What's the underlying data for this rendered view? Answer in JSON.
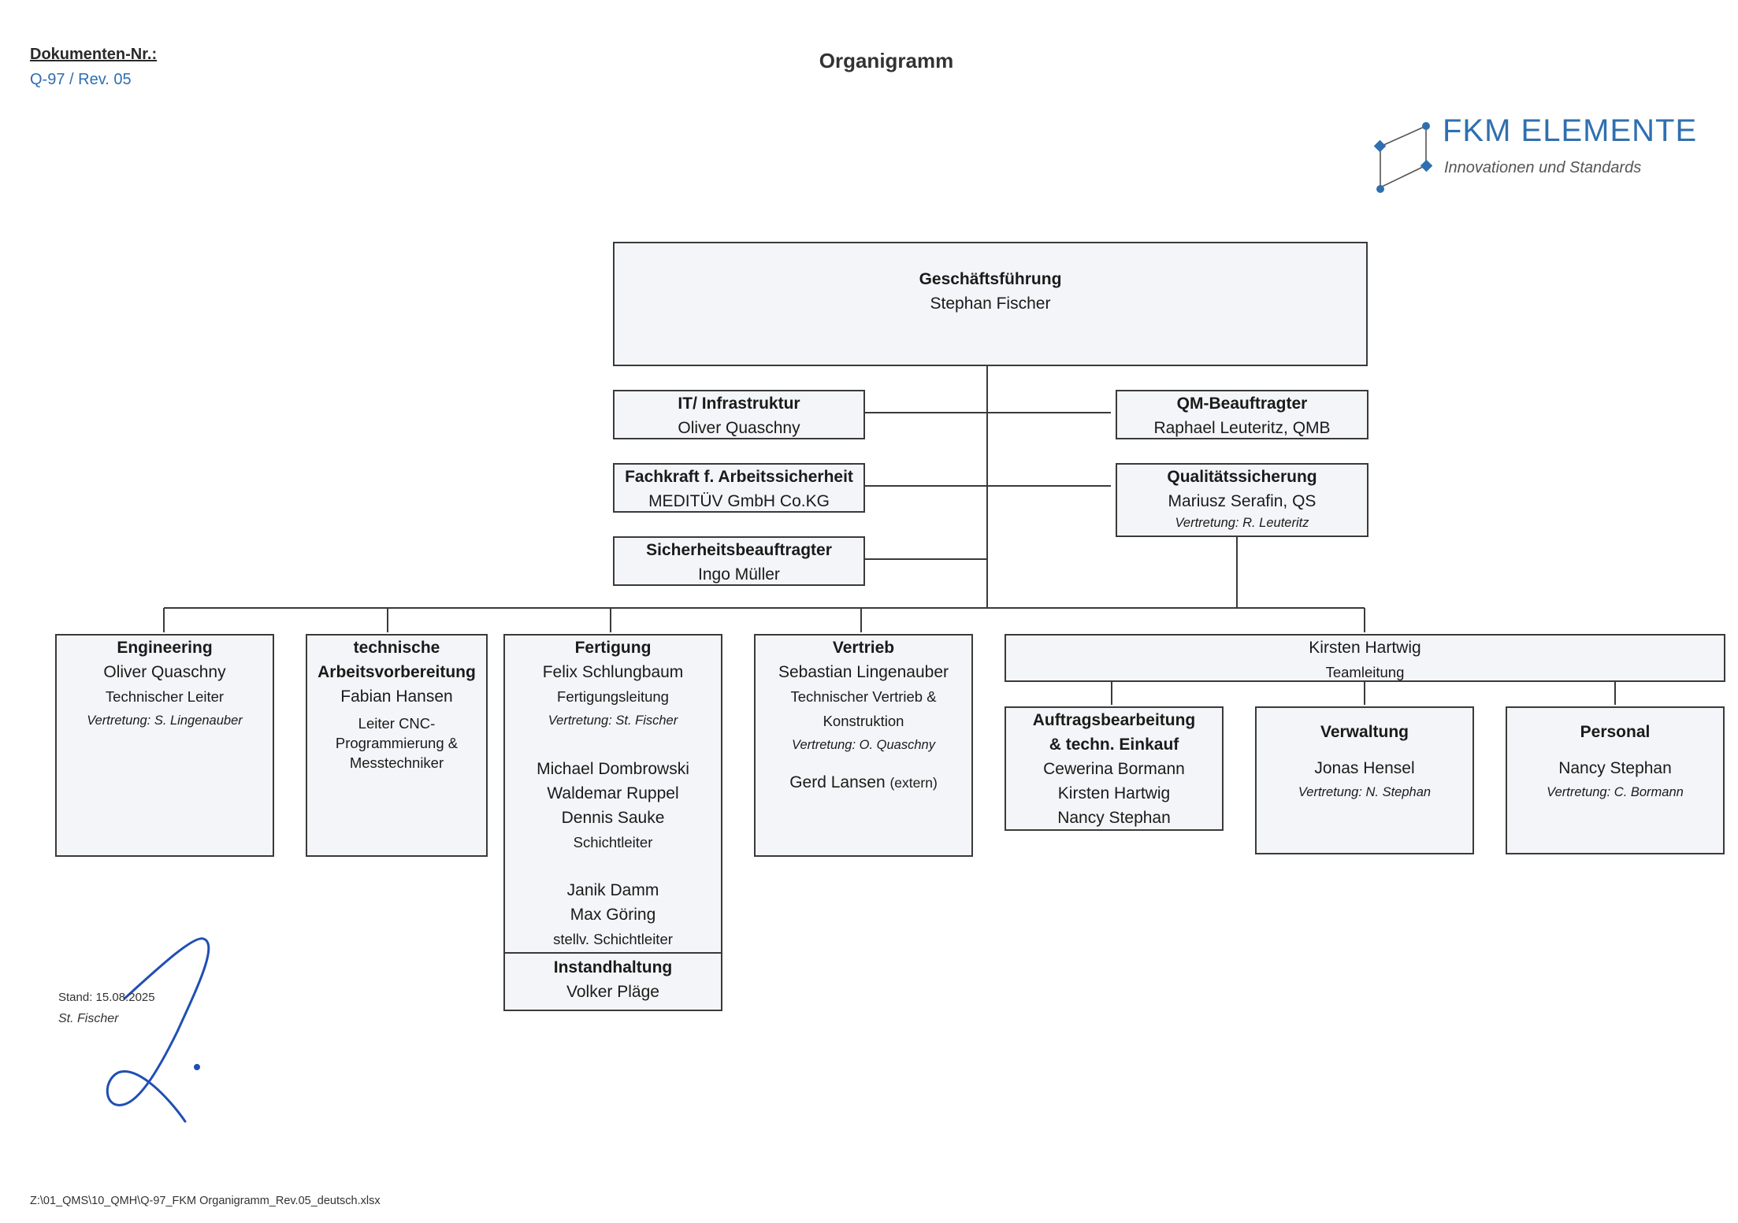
{
  "header": {
    "docnr_label": "Dokumenten-Nr.:",
    "docnr_value": "Q-97 / Rev. 05",
    "title": "Organigramm"
  },
  "logo": {
    "name": "FKM ELEMENTE",
    "tagline": "Innovationen und Standards",
    "color": "#2f6fb0"
  },
  "org": {
    "ceo": {
      "title": "Geschäftsführung",
      "name": "Stephan Fischer"
    },
    "it": {
      "title": "IT/ Infrastruktur",
      "name": "Oliver Quaschny"
    },
    "safety_specialist": {
      "title": "Fachkraft f. Arbeitssicherheit",
      "name": "MEDITÜV GmbH Co.KG"
    },
    "safety_officer": {
      "title": "Sicherheitsbeauftragter",
      "name": "Ingo Müller"
    },
    "qm": {
      "title": "QM-Beauftragter",
      "name": "Raphael Leuteritz, QMB"
    },
    "qs": {
      "title": "Qualitätssicherung",
      "name": "Mariusz Serafin, QS",
      "deputy": "Vertretung: R. Leuteritz"
    },
    "engineering": {
      "title": "Engineering",
      "name": "Oliver Quaschny",
      "role": "Technischer Leiter",
      "deputy": "Vertretung: S. Lingenauber"
    },
    "tav": {
      "title_1": "technische",
      "title_2": "Arbeitsvorbereitung",
      "name": "Fabian Hansen",
      "role_1": "Leiter CNC-",
      "role_2": "Programmierung &",
      "role_3": "Messtechniker"
    },
    "fertigung": {
      "title": "Fertigung",
      "name": "Felix Schlungbaum",
      "role": "Fertigungsleitung",
      "deputy": "Vertretung:  St. Fischer",
      "shift_1": "Michael Dombrowski",
      "shift_2": "Waldemar Ruppel",
      "shift_3": "Dennis Sauke",
      "shift_role": "Schichtleiter",
      "deputy_shift_1": "Janik Damm",
      "deputy_shift_2": "Max Göring",
      "deputy_shift_role": "stellv. Schichtleiter"
    },
    "instandhaltung": {
      "title": "Instandhaltung",
      "name": "Volker Pläge"
    },
    "vertrieb": {
      "title": "Vertrieb",
      "name": "Sebastian Lingenauber",
      "role_1": "Technischer Vertrieb &",
      "role_2": "Konstruktion",
      "deputy": "Vertretung: O. Quaschny",
      "external_name": "Gerd Lansen",
      "external_tag": "(extern)"
    },
    "team": {
      "name": "Kirsten Hartwig",
      "role": "Teamleitung"
    },
    "auftrag": {
      "title_1": "Auftragsbearbeitung",
      "title_2": "& techn. Einkauf",
      "person_1": "Cewerina Bormann",
      "person_2": "Kirsten Hartwig",
      "person_3": "Nancy Stephan"
    },
    "verwaltung": {
      "title": "Verwaltung",
      "name": "Jonas Hensel",
      "deputy": "Vertretung: N. Stephan"
    },
    "personal": {
      "title": "Personal",
      "name": "Nancy Stephan",
      "deputy": "Vertretung: C. Bormann"
    }
  },
  "footer": {
    "stand": "Stand: 15.08.2025",
    "stand_name": "St. Fischer",
    "filepath": "Z:\\01_QMS\\10_QMH\\Q-97_FKM Organigramm_Rev.05_deutsch.xlsx"
  },
  "colors": {
    "line": "#3a3a3a",
    "box_fill": "#f4f5f8",
    "accent": "#2f6fb0",
    "signature": "#1f4fb5"
  }
}
